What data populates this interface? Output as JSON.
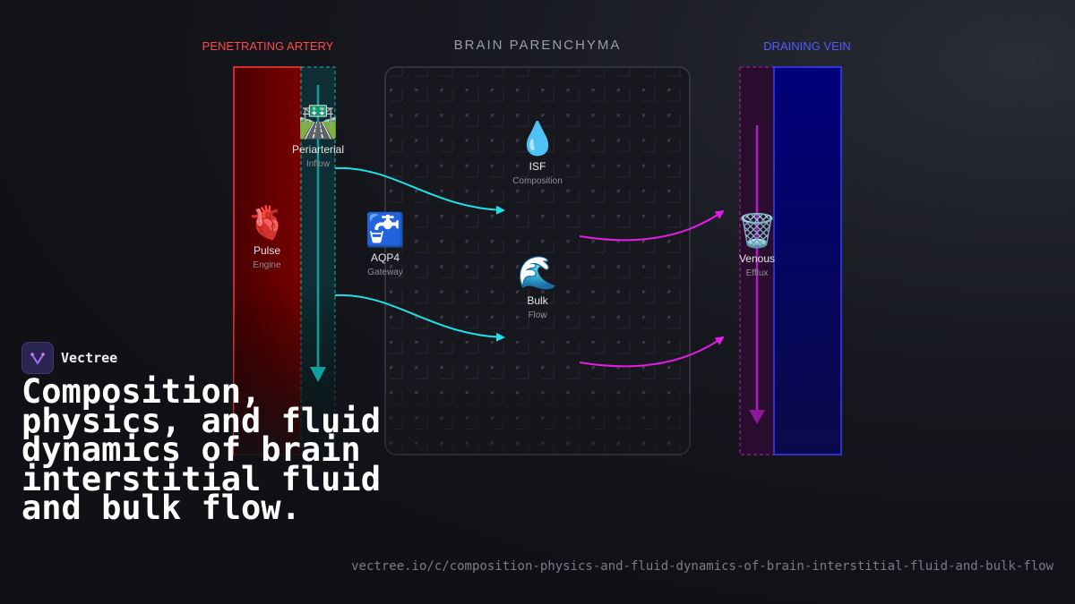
{
  "sections": {
    "artery": "PENETRATING ARTERY",
    "brain": "BRAIN PARENCHYMA",
    "vein": "DRAINING VEIN"
  },
  "nodes": {
    "periarterial": {
      "icon": "🛣️",
      "icon_name": "road-icon",
      "title": "Periarterial",
      "sub": "Inflow"
    },
    "pulse": {
      "icon": "🫀",
      "icon_name": "heart-icon",
      "title": "Pulse",
      "sub": "Engine"
    },
    "aqp4": {
      "icon": "🚰",
      "icon_name": "water-tap-icon",
      "title": "AQP4",
      "sub": "Gateway"
    },
    "isf": {
      "icon": "💧",
      "icon_name": "droplet-icon",
      "title": "ISF",
      "sub": "Composition"
    },
    "bulk": {
      "icon": "🌊",
      "icon_name": "wave-icon",
      "title": "Bulk",
      "sub": "Flow"
    },
    "venous": {
      "icon": "🗑️",
      "icon_name": "trash-icon",
      "title": "Venous",
      "sub": "Efflux"
    }
  },
  "colors": {
    "artery": "#ff3b3b",
    "periarterial": "#16b5b5",
    "inflow_arrow": "#1fe0e8",
    "outflow_arrow": "#e21de8",
    "vein": "#3a3dff"
  },
  "brand": {
    "name": "Vectree"
  },
  "headline": "Composition, physics, and fluid dynamics of brain interstitial fluid and bulk flow.",
  "url": "vectree.io/c/composition-physics-and-fluid-dynamics-of-brain-interstitial-fluid-and-bulk-flow"
}
